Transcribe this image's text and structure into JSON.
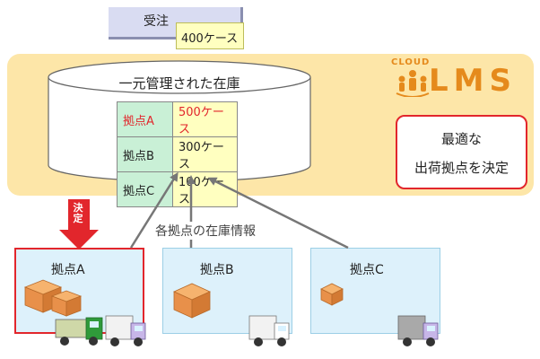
{
  "order": {
    "label": "受注",
    "quantity": "400ケース"
  },
  "lms": {
    "cloud_text": "CLOUD",
    "logo_text": "LMS",
    "decision_line1": "最適な",
    "decision_line2": "出荷拠点を決定"
  },
  "database": {
    "title": "一元管理された在庫",
    "rows": [
      {
        "location": "拠点A",
        "quantity": "500ケース"
      },
      {
        "location": "拠点B",
        "quantity": "300ケース"
      },
      {
        "location": "拠点C",
        "quantity": "100ケース"
      }
    ]
  },
  "decide_label": "決定",
  "inventory_info_label": "各拠点の在庫情報",
  "locations": [
    {
      "label": "拠点A"
    },
    {
      "label": "拠点B"
    },
    {
      "label": "拠点C"
    }
  ],
  "colors": {
    "accent_orange": "#e58a1c",
    "highlight_red": "#e2262c",
    "panel_bg": "#fde6a8",
    "location_bg": "#ddf1fb"
  }
}
